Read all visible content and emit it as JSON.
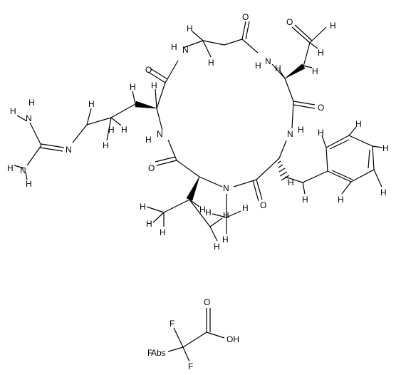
{
  "molecule": {
    "atoms": {
      "o_acid": "O",
      "h_acid": "H",
      "o_gly": "O",
      "n_gly_top": "N",
      "h_n_gly_top": "H",
      "n_asp": "N",
      "h_n_asp": "H",
      "o_arg": "O",
      "o_asp": "O",
      "n_arg": "N",
      "h_n_arg": "H",
      "n_phe": "N",
      "h_n_phe": "H",
      "h_guan1": "H",
      "n_guan1": "N",
      "h_guan1b": "H",
      "n_guan_eq": "N",
      "h_guan2": "H",
      "n_guan2": "N",
      "h_guan2b": "H",
      "o_val": "O",
      "n_me": "N",
      "o_phe": "O",
      "h_val_a": "H",
      "h_val_b": "H",
      "h_val_c": "H",
      "h_val_d": "H",
      "h_val_e": "H",
      "h_me_a": "H",
      "h_me_b": "H",
      "h_me_c": "H",
      "h_ph_1": "H",
      "h_ph_2": "H",
      "h_ph_3": "H",
      "h_ph_4": "H",
      "h_ph_5": "H",
      "h_arg_1": "H",
      "h_arg_2": "H",
      "h_arg_3": "H",
      "h_arg_4": "H",
      "h_arg_5": "H",
      "h_arg_6": "H",
      "h_gly_1": "H",
      "h_gly_2": "H",
      "h_asp_1": "H",
      "h_asp_2": "H",
      "h_asp_3": "H",
      "h_phe_a1": "H",
      "h_phe_a2": "H",
      "h_phe_b": "H",
      "h_arg_a": "H",
      "h_val_alpha": "H"
    },
    "tfa": {
      "o_dbl": "O",
      "o_h": "OH",
      "f_top": "F",
      "f_left": "F",
      "f_bottom": "F",
      "abs_label": "Abs"
    }
  }
}
